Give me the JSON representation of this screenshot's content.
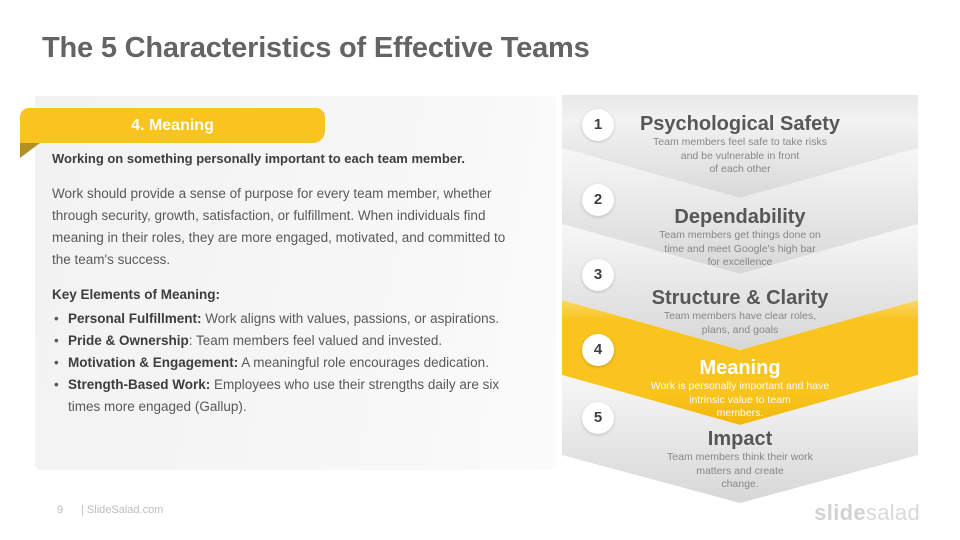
{
  "slide": {
    "title": "The 5 Characteristics of Effective Teams",
    "page_number": "9",
    "footer_brand": "| SlideSalad.com",
    "logo": {
      "bold": "slide",
      "light": "salad"
    }
  },
  "detail": {
    "tab_label": "4. Meaning",
    "lead": "Working on something personally important to each team member.",
    "paragraph": "Work should provide a sense of purpose for every team member, whether through security, growth, satisfaction, or fulfillment. When individuals find meaning in their roles, they are more engaged, motivated, and committed to the team's success.",
    "key_heading": "Key Elements of Meaning:",
    "bullets": [
      {
        "label": "Personal Fulfillment:",
        "text": " Work aligns with values, passions, or aspirations."
      },
      {
        "label": "Pride & Ownership",
        "text": ": Team members feel valued and invested."
      },
      {
        "label": "Motivation & Engagement:",
        "text": " A meaningful role encourages dedication."
      },
      {
        "label": "Strength-Based Work:",
        "text": " Employees who use their strengths daily are six times more engaged (Gallup)."
      }
    ]
  },
  "steps": [
    {
      "number": "1",
      "title": "Psychological Safety",
      "highlighted": false,
      "lines": [
        "Team members feel safe to take risks",
        "and be vulnerable in front",
        "of each other"
      ]
    },
    {
      "number": "2",
      "title": "Dependability",
      "highlighted": false,
      "lines": [
        "Team members get things done on",
        "time and meet Google's high bar",
        "for excellence"
      ]
    },
    {
      "number": "3",
      "title": "Structure & Clarity",
      "highlighted": false,
      "lines": [
        "Team members have clear roles,",
        "plans, and goals",
        ""
      ]
    },
    {
      "number": "4",
      "title": "Meaning",
      "highlighted": true,
      "lines": [
        "Work is personally important and have",
        "intrinsic value to team",
        "members."
      ]
    },
    {
      "number": "5",
      "title": "Impact",
      "highlighted": false,
      "lines": [
        "Team members think their work",
        "matters and create",
        "change."
      ]
    }
  ],
  "colors": {
    "accent": "#F8C41D",
    "accent_dark": "#B29025",
    "title_gray": "#646464",
    "panel_gray": "#ECECEC"
  }
}
